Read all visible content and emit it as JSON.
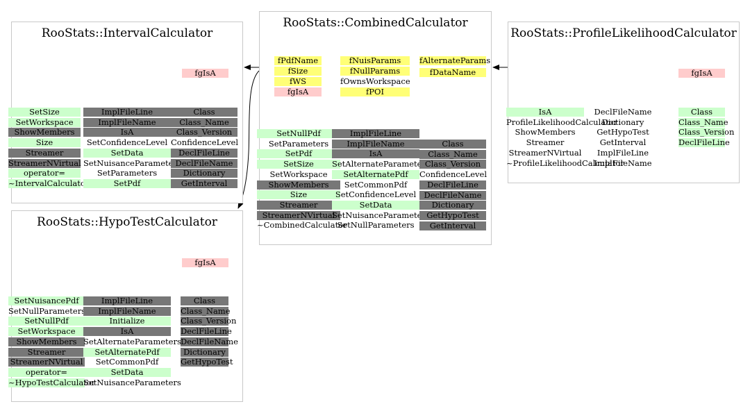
{
  "colors": {
    "green": "#ccffcc",
    "gray": "#777777",
    "pink": "#ffcccc",
    "yellow": "#ffff77"
  },
  "boxes": {
    "interval": {
      "title": "RooStats::IntervalCalculator",
      "fg": "fgIsA",
      "col1": [
        "SetSize",
        "SetWorkspace",
        "ShowMembers",
        "Size",
        "Streamer",
        "StreamerNVirtual",
        "operator=",
        "~IntervalCalculator"
      ],
      "col2": [
        "ImplFileLine",
        "ImplFileName",
        "IsA",
        "SetConfidenceLevel",
        "SetData",
        "SetNuisanceParameters",
        "SetParameters",
        "SetPdf"
      ],
      "col3": [
        "Class",
        "Class_Name",
        "Class_Version",
        "ConfidenceLevel",
        "DeclFileLine",
        "DeclFileName",
        "Dictionary",
        "GetInterval"
      ]
    },
    "hypo": {
      "title": "RooStats::HypoTestCalculator",
      "fg": "fgIsA",
      "col1": [
        "SetNuisancePdf",
        "SetNullParameters",
        "SetNullPdf",
        "SetWorkspace",
        "ShowMembers",
        "Streamer",
        "StreamerNVirtual",
        "operator=",
        "~HypoTestCalculator"
      ],
      "col2": [
        "ImplFileLine",
        "ImplFileName",
        "Initialize",
        "IsA",
        "SetAlternateParameters",
        "SetAlternatePdf",
        "SetCommonPdf",
        "SetData",
        "SetNuisanceParameters"
      ],
      "col3": [
        "Class",
        "Class_Name",
        "Class_Version",
        "DeclFileLine",
        "DeclFileName",
        "Dictionary",
        "GetHypoTest"
      ]
    },
    "combined": {
      "title": "RooStats::CombinedCalculator",
      "mem1": [
        "fPdfName",
        "fSize",
        "fWS",
        "fgIsA"
      ],
      "mem2": [
        "fNuisParams",
        "fNullParams",
        "fOwnsWorkspace",
        "fPOI"
      ],
      "mem3": [
        "fAlternateParams",
        "fDataName"
      ],
      "col1": [
        "SetNullPdf",
        "SetParameters",
        "SetPdf",
        "SetSize",
        "SetWorkspace",
        "ShowMembers",
        "Size",
        "Streamer",
        "StreamerNVirtual",
        "~CombinedCalculator"
      ],
      "col2": [
        "ImplFileLine",
        "ImplFileName",
        "IsA",
        "SetAlternateParameters",
        "SetAlternatePdf",
        "SetCommonPdf",
        "SetConfidenceLevel",
        "SetData",
        "SetNuisanceParameters",
        "SetNullParameters"
      ],
      "col3": [
        "Class",
        "Class_Name",
        "Class_Version",
        "ConfidenceLevel",
        "DeclFileLine",
        "DeclFileName",
        "Dictionary",
        "GetHypoTest",
        "GetInterval"
      ]
    },
    "profile": {
      "title": "RooStats::ProfileLikelihoodCalculator",
      "fg": "fgIsA",
      "col1": [
        "IsA",
        "ProfileLikelihoodCalculator",
        "ShowMembers",
        "Streamer",
        "StreamerNVirtual",
        "~ProfileLikelihoodCalculator"
      ],
      "col2": [
        "DeclFileName",
        "Dictionary",
        "GetHypoTest",
        "GetInterval",
        "ImplFileLine",
        "ImplFileName"
      ],
      "col3": [
        "Class",
        "Class_Name",
        "Class_Version",
        "DeclFileLine"
      ]
    }
  }
}
